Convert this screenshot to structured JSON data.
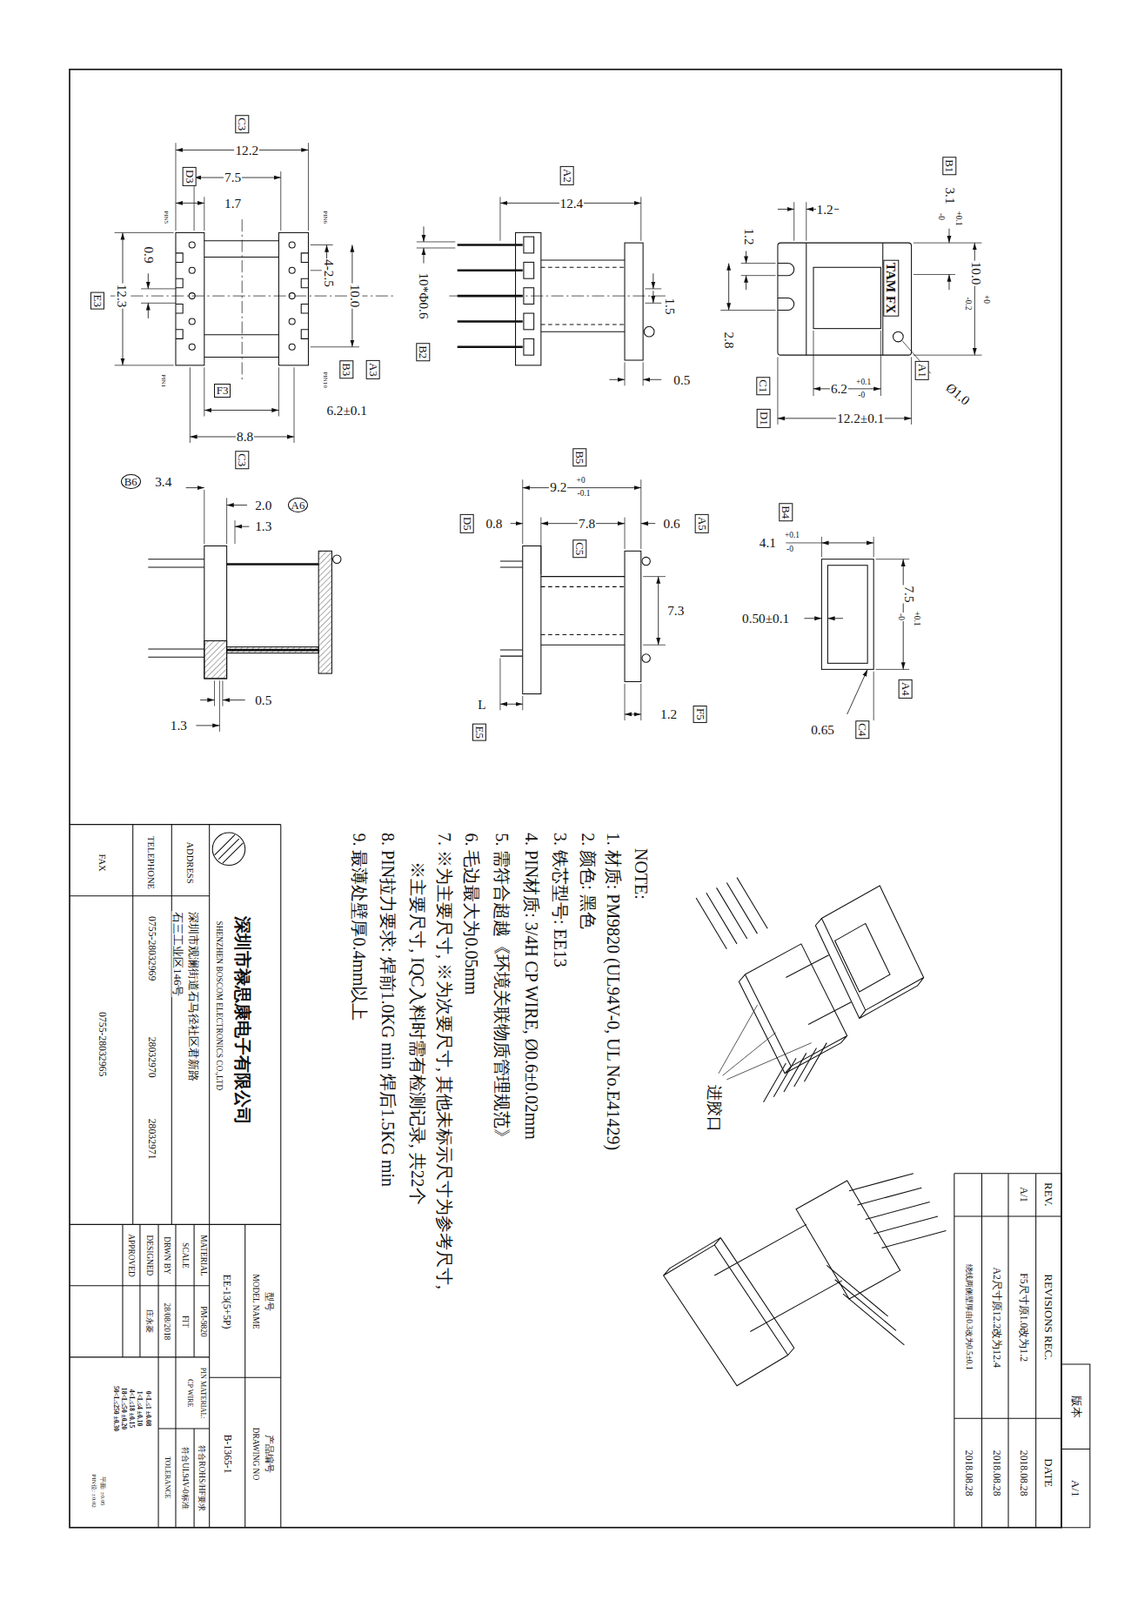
{
  "diagram": {
    "labels": [
      "C3",
      "12.2",
      "D3",
      "7.5",
      "1.7",
      "PIN5",
      "PIN6",
      "E3",
      "12.3",
      "0.9",
      "4-2.5",
      "10.0",
      "PIN1",
      "PIN10",
      "B3",
      "A3",
      "F3",
      "6.2±0.1",
      "8.8",
      "C3",
      "A2",
      "12.4",
      "10*Φ0.6",
      "B2",
      "1.5",
      "0.5",
      "B1",
      "3.1",
      "+0.1",
      "-0",
      "1.2",
      "1.2",
      "2.8",
      "10.0",
      "+0",
      "-0.2",
      "TAM FX",
      "Ø1.0",
      "A1",
      "C1",
      "6.2",
      "+0.1",
      "-0",
      "D1",
      "12.2±0.1",
      "B6",
      "3.4",
      "2.0",
      "A6",
      "1.3",
      "0.5",
      "1.3",
      "B5",
      "9.2",
      "+0",
      "-0.1",
      "D5",
      "0.8",
      "7.8",
      "0.6",
      "A5",
      "C5",
      "7.3",
      "L",
      "E5",
      "1.2",
      "F5",
      "B4",
      "4.1",
      "+0.1",
      "-0",
      "7.5",
      "+0.1",
      "-0",
      "0.50±0.1",
      "0.65",
      "C4",
      "A4",
      "NOTE:",
      "1. 材质: PM9820 (UL94V-0, UL No.E41429)",
      "2. 颜色: 黑色",
      "3. 铁芯型号: EE13",
      "4. PIN材质: 3/4H CP WIRE, Ø0.6±0.02mm",
      "5. 需符合超越《环境关联物质管理规范》",
      "6. 毛边最大为0.05mm",
      "7. ※为主要尺寸, ※为次要尺寸, 其他未标示尺寸为参考尺寸,",
      "※主要尺寸, IQC入料时需有检测记录, 共22个",
      "8. PIN拉力要求: 焊前1.0KG min 焊后1.5KG min",
      "9. 最薄处壁厚0.4mm以上",
      "进胶口",
      "深圳市禄思康电子有限公司",
      "SHENZHEN BOSCOM ELECTRONICS CO.,LTD",
      "ADDRESS",
      "深圳市观澜街道石马径社区君新路",
      "石三工业区146号",
      "TELEPHONE",
      "0755-28032969",
      "28032970",
      "28032971",
      "FAX",
      "0755-28032965",
      "型号",
      "MODEL NAME",
      "EE-13(5+5P)",
      "产品编号",
      "DRAWING NO",
      "B-1365-1",
      "MATERIAL",
      "PM-9820",
      "PIN MATERIAL:",
      "CP WIRE",
      "SCALE",
      "FIT",
      "符合ROHS/HF要求",
      "符合UL94V-0标准",
      "DRWN BY",
      "28/08/2018",
      "TOLERANCE",
      "DESIGNED",
      "庄永菱",
      "APPROVED",
      "0<L≤1 ±0.08",
      "1<L≤4 ±0.10",
      "4<L≤18 ±0.15",
      "18<L≤50 ±0.20",
      "50<L≤250 ±0.30",
      "平面: ±0.05",
      "PIN位: ±0.02",
      "REV.",
      "REVISIONS REC.",
      "DATE",
      "A/1",
      "F5尺寸原1.0改为1.2",
      "2018.08.28",
      "A2尺寸原12.2改为12.4",
      "2018.08.28",
      "绕线两侧壁厚由0.3改为0.5±0.1",
      "2018.08.28",
      "版本",
      "A/1"
    ]
  }
}
